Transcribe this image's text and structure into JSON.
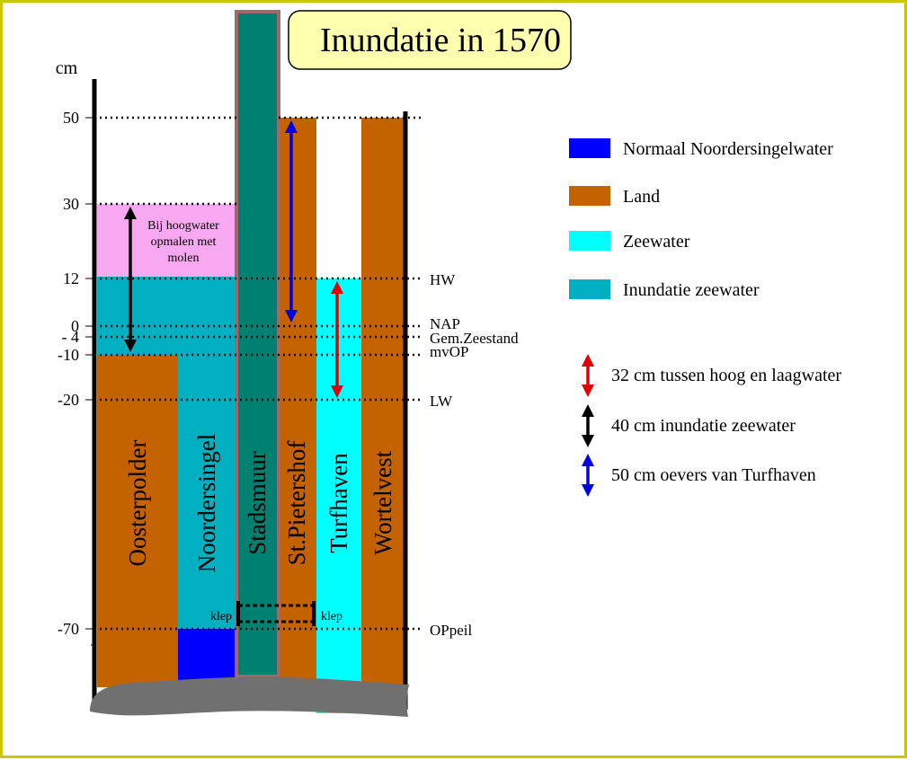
{
  "title": "Inundatie in 1570",
  "unit_label": "cm",
  "colors": {
    "land": "#c46200",
    "seawater": "#00ffff",
    "inundation": "#00b0c0",
    "normal_water": "#0000ff",
    "wall": "#008070",
    "wall_border": "#a06868",
    "pink": "#f8a8f0",
    "ground": "#707070",
    "title_bg": "#ffffb0",
    "frame": "#c8c800",
    "red": "#e00000",
    "black": "#000000",
    "blue": "#0000e0"
  },
  "y_axis": {
    "ticks": [
      {
        "value": 50,
        "label": "50"
      },
      {
        "value": 30,
        "label": "30"
      },
      {
        "value": 12,
        "label": "12"
      },
      {
        "value": 0,
        "label": "0"
      },
      {
        "value": -4,
        "label": "- 4"
      },
      {
        "value": -10,
        "label": "-10"
      },
      {
        "value": -20,
        "label": "-20"
      },
      {
        "value": -70,
        "label": "-70"
      }
    ]
  },
  "levels": [
    {
      "value": 12,
      "label": "HW"
    },
    {
      "value": 0,
      "label": "NAP"
    },
    {
      "value": -4,
      "label": "Gem.Zeestand"
    },
    {
      "value": -10,
      "label": "mvOP"
    },
    {
      "value": -20,
      "label": "LW"
    },
    {
      "value": -70,
      "label": "OPpeil"
    }
  ],
  "columns": [
    {
      "name": "Oosterpolder"
    },
    {
      "name": "Noordersingel"
    },
    {
      "name": "Stadsmuur"
    },
    {
      "name": "St.Pietershof"
    },
    {
      "name": "Turfhaven"
    },
    {
      "name": "Wortelvest"
    }
  ],
  "pink_note": [
    "Bij hoogwater",
    "opmalen met",
    "molen"
  ],
  "valve_left": "klep",
  "valve_right": "klep",
  "legend": [
    {
      "label": "Normaal Noordersingelwater",
      "color_key": "normal_water"
    },
    {
      "label": "Land",
      "color_key": "land"
    },
    {
      "label": "Zeewater",
      "color_key": "seawater"
    },
    {
      "label": "Inundatie zeewater",
      "color_key": "inundation"
    }
  ],
  "arrow_legend": [
    {
      "label": "32 cm tussen hoog en laagwater",
      "color_key": "red"
    },
    {
      "label": "40 cm inundatie zeewater",
      "color_key": "black"
    },
    {
      "label": "50 cm oevers van Turfhaven",
      "color_key": "blue"
    }
  ]
}
